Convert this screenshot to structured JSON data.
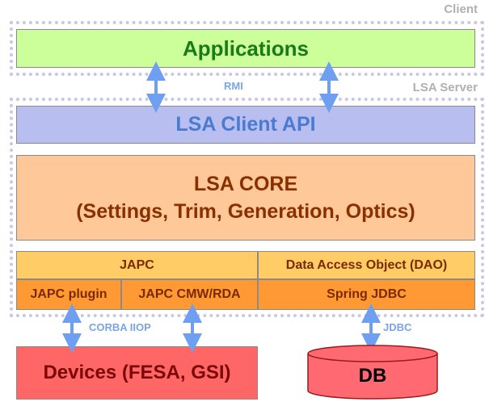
{
  "zones": {
    "client": "Client",
    "server": "LSA Server"
  },
  "boxes": {
    "applications": "Applications",
    "client_api": "LSA Client API",
    "core_line1": "LSA CORE",
    "core_line2": "(Settings, Trim, Generation, Optics)",
    "japc": "JAPC",
    "dao": "Data Access Object (DAO)",
    "japc_plugin": "JAPC plugin",
    "japc_cmw": "JAPC CMW/RDA",
    "spring_jdbc": "Spring JDBC",
    "devices": "Devices (FESA, GSI)",
    "db": "DB"
  },
  "connectors": {
    "rmi": "RMI",
    "corba": "CORBA IIOP",
    "jdbc": "JDBC"
  },
  "colors": {
    "applications_fill": "#ccff99",
    "applications_text": "#1a7a1a",
    "client_api_fill": "#b8bff0",
    "client_api_text": "#4b7bd0",
    "core_fill": "#ffc899",
    "core_text": "#8a3000",
    "upper_layer_fill": "#ffcc66",
    "lower_layer_fill": "#ff9933",
    "layer_text": "#7a2a00",
    "devices_fill": "#ff6666",
    "devices_text": "#7a0a0a",
    "db_fill": "#ff6a72",
    "arrow": "#6f9ff0"
  }
}
